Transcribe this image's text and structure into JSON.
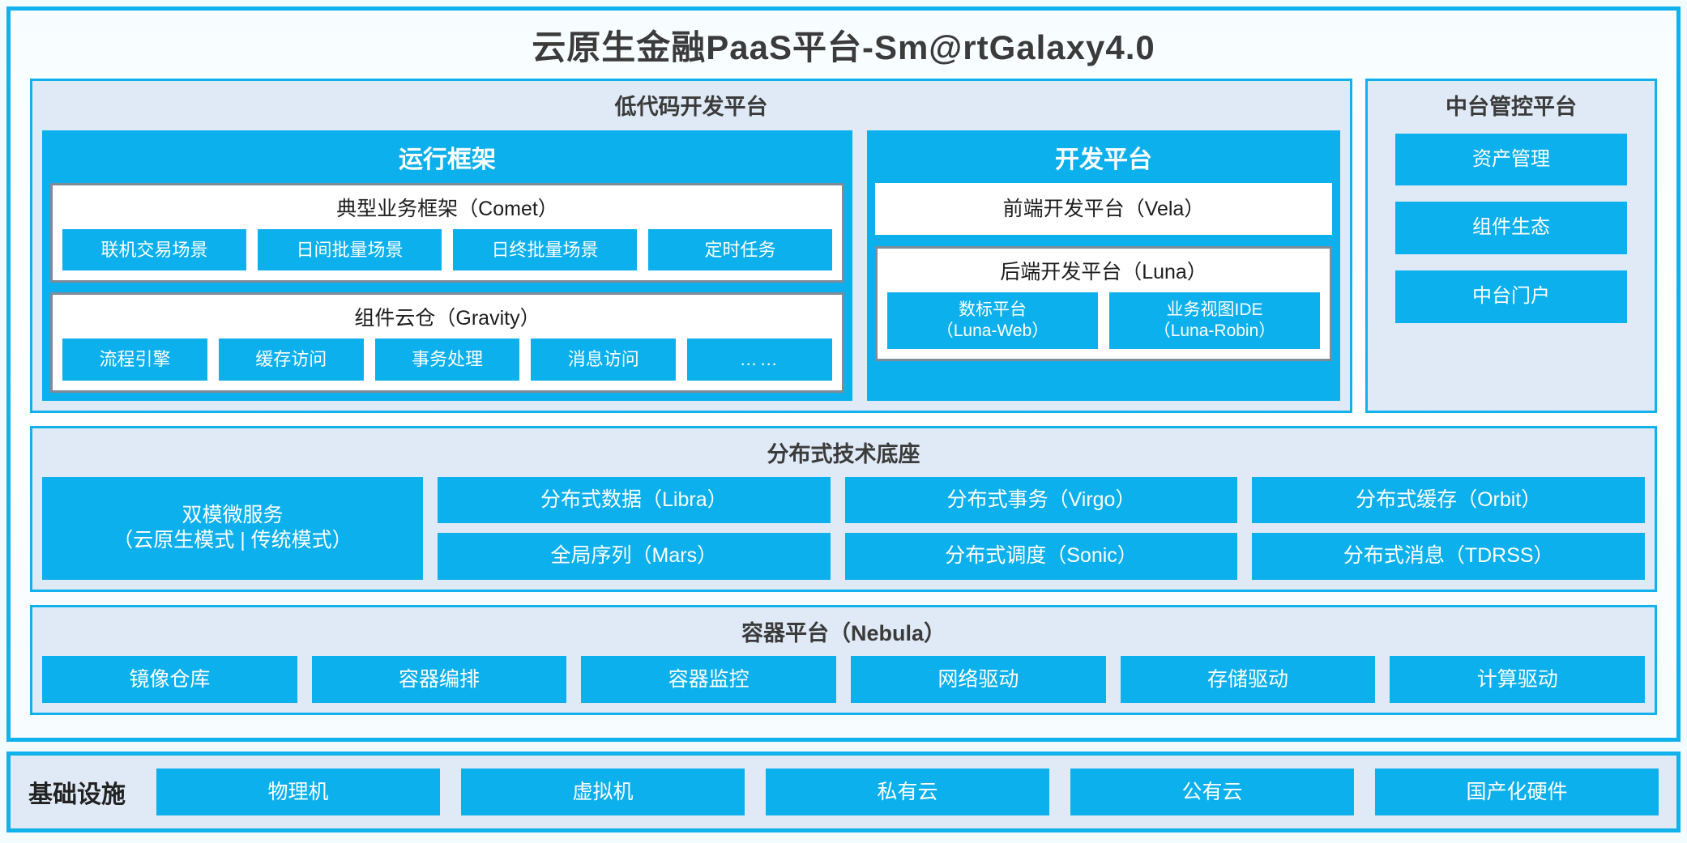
{
  "title": "云原生金融PaaS平台-Sm@rtGalaxy4.0",
  "colors": {
    "accent": "#0cb0ec",
    "border": "#11b2ec",
    "panel_bg": "#dfeaf6",
    "gray_border": "#7e8b99",
    "text": "#3b3b3b"
  },
  "lowcode": {
    "title": "低代码开发平台",
    "runtime": {
      "title": "运行框架",
      "comet": {
        "title": "典型业务框架（Comet）",
        "chips": [
          "联机交易场景",
          "日间批量场景",
          "日终批量场景",
          "定时任务"
        ]
      },
      "gravity": {
        "title": "组件云仓（Gravity）",
        "chips": [
          "流程引擎",
          "缓存访问",
          "事务处理",
          "消息访问",
          "……"
        ]
      }
    },
    "devplatform": {
      "title": "开发平台",
      "frontend": "前端开发平台（Vela）",
      "backend": {
        "title": "后端开发平台（Luna）",
        "chips": [
          {
            "l1": "数标平台",
            "l2": "（Luna-Web）"
          },
          {
            "l1": "业务视图IDE",
            "l2": "（Luna-Robin）"
          }
        ]
      }
    }
  },
  "midplatform": {
    "title": "中台管控平台",
    "chips": [
      "资产管理",
      "组件生态",
      "中台门户"
    ]
  },
  "techbase": {
    "title": "分布式技术底座",
    "microservice": {
      "l1": "双模微服务",
      "l2": "（云原生模式 | 传统模式）"
    },
    "columns": [
      [
        "分布式数据（Libra）",
        "全局序列（Mars）"
      ],
      [
        "分布式事务（Virgo）",
        "分布式调度（Sonic）"
      ],
      [
        "分布式缓存（Orbit）",
        "分布式消息（TDRSS）"
      ]
    ]
  },
  "container": {
    "title": "容器平台（Nebula）",
    "chips": [
      "镜像仓库",
      "容器编排",
      "容器监控",
      "网络驱动",
      "存储驱动",
      "计算驱动"
    ]
  },
  "infrastructure": {
    "label": "基础设施",
    "chips": [
      "物理机",
      "虚拟机",
      "私有云",
      "公有云",
      "国产化硬件"
    ]
  }
}
